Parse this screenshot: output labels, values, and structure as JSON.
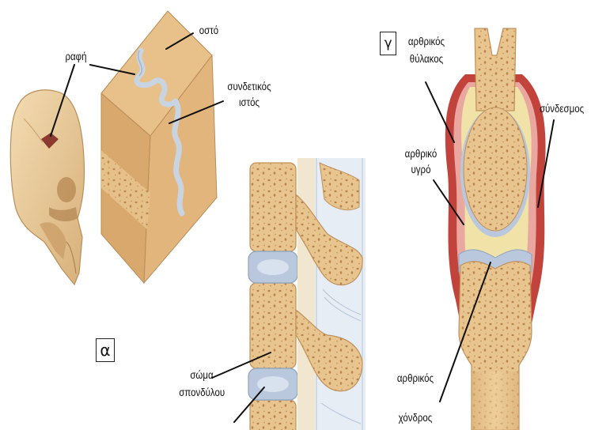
{
  "panels": {
    "a": {
      "letter": "α"
    },
    "c": {
      "letter": "γ"
    }
  },
  "labels": {
    "suture": "ραφή",
    "bone": "οστό",
    "connective_line1": "συνδετικός",
    "connective_line2": "ιστός",
    "vertebra_line1": "σώμα",
    "vertebra_line2": "σπονδύλου",
    "capsule_line1": "αρθρικός",
    "capsule_line2": "θύλακος",
    "ligament": "σύνδεσμος",
    "fluid_line1": "αρθρικό",
    "fluid_line2": "υγρό",
    "cartilage_line1": "αρθρικός",
    "cartilage_line2": "χόνδρος"
  },
  "colors": {
    "bone": "#e8c48e",
    "bone_dark": "#c99a5e",
    "cartilage": "#b9c8dc",
    "capsule": "#c2433c",
    "fluid": "#f1e2a8",
    "suture_mark": "#8a3a2e"
  }
}
